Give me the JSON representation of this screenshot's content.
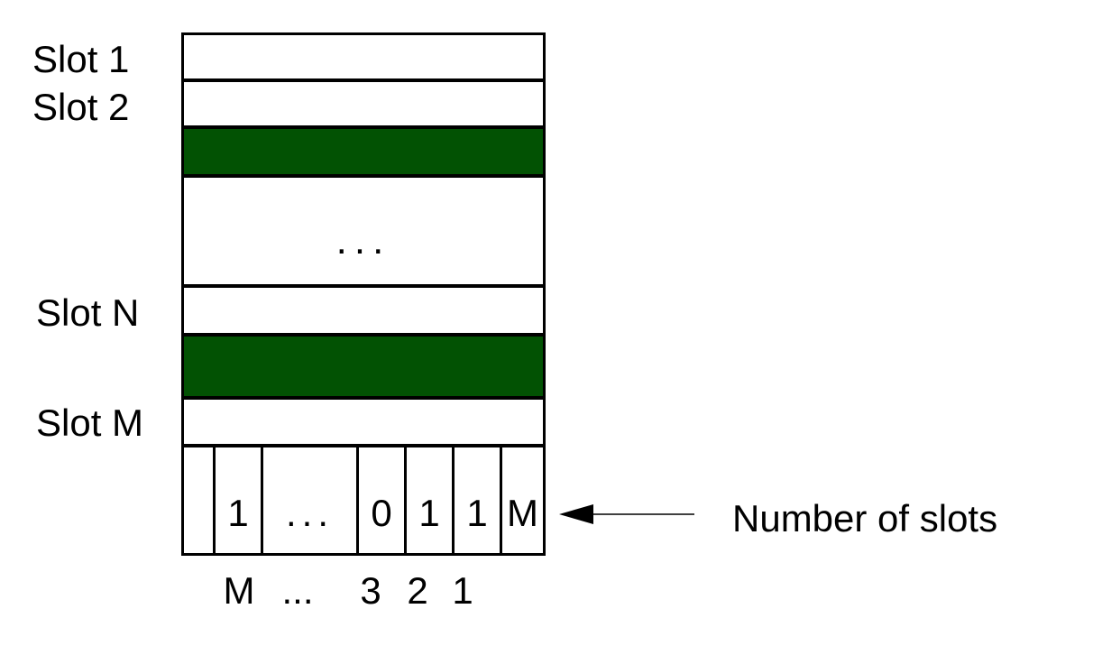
{
  "slots": {
    "slot1_label": "Slot 1",
    "slot2_label": "Slot 2",
    "ellipsis": "...",
    "slotN_label": "Slot N",
    "slotM_label": "Slot M",
    "used_color": "#025203"
  },
  "bitmap": {
    "cells": [
      "",
      "1",
      "...",
      "0",
      "1",
      "1",
      "M"
    ],
    "indices": [
      "M",
      "...",
      "3",
      "2",
      "1"
    ],
    "annotation": "Number of slots"
  }
}
